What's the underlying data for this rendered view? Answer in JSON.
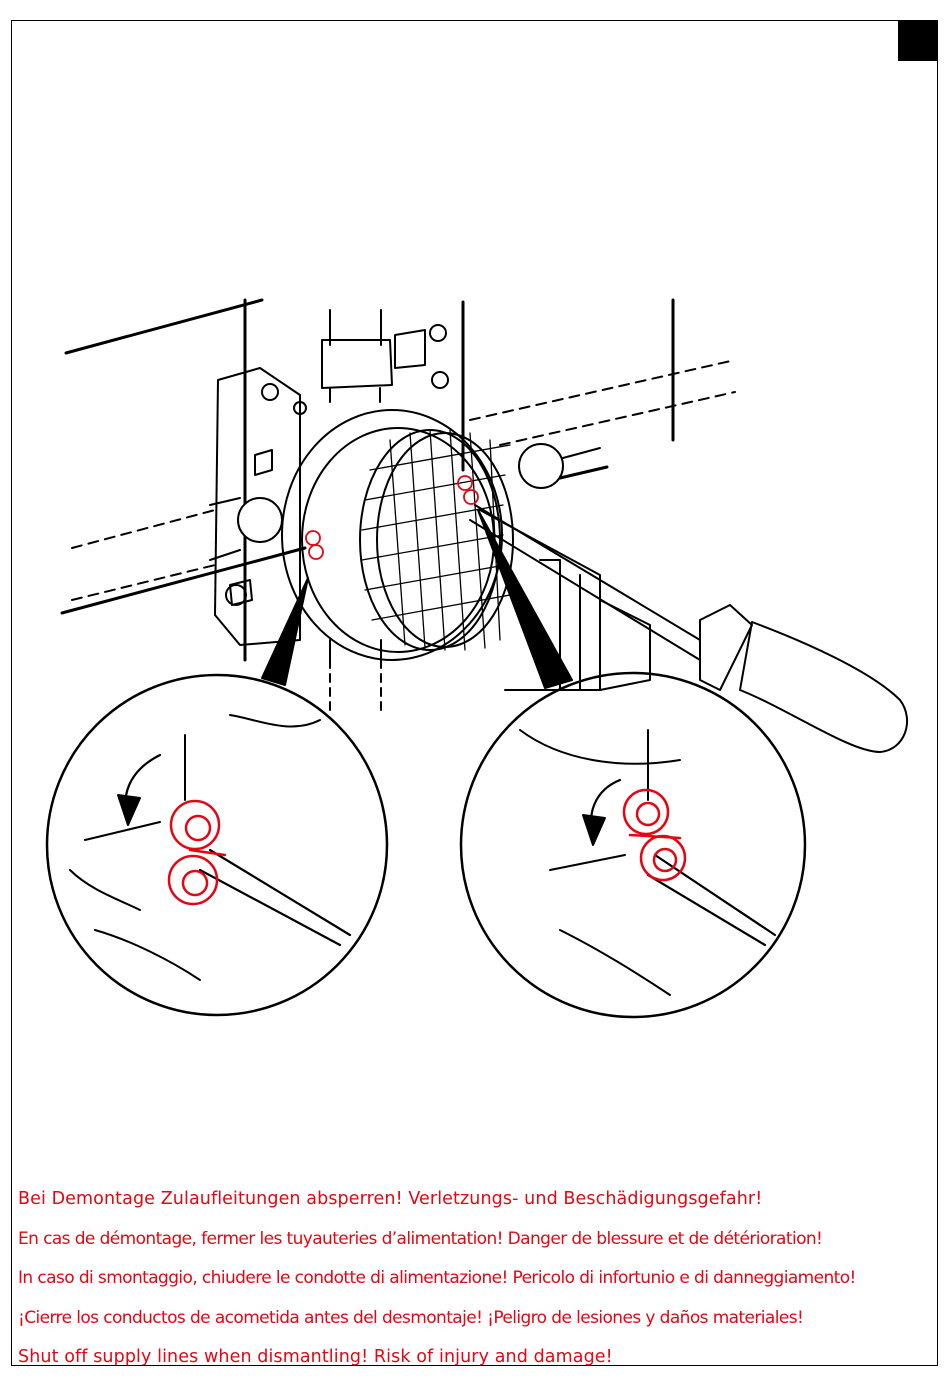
{
  "page": {
    "warnings": [
      {
        "lang": "de",
        "text": "Bei Demontage Zulaufleitungen absperren! Verletzungs- und Beschädigungsgefahr!"
      },
      {
        "lang": "fr",
        "text": "En cas de démontage, fermer les tuyauteries d’alimentation! Danger de blessure et de détérioration!"
      },
      {
        "lang": "it",
        "text": "In caso di smontaggio, chiudere le condotte di alimentazione! Pericolo di infortunio e di danneggiamento!"
      },
      {
        "lang": "es",
        "text": "¡Cierre los conductos de acometida antes del desmontaje! ¡Peligro de lesiones y daños materiales!"
      },
      {
        "lang": "en",
        "text": "Shut off supply lines when dismantling! Risk of injury and damage!"
      }
    ],
    "colors": {
      "warning_text": "#e30613",
      "line_art": "#000000",
      "highlight": "#e30613"
    },
    "illustration": {
      "subject": "concealed valve body with screwdriver loosening stop screws",
      "icons": [
        "screwdriver-icon",
        "stop-screw-icon",
        "rotation-arrow-icon"
      ]
    }
  }
}
